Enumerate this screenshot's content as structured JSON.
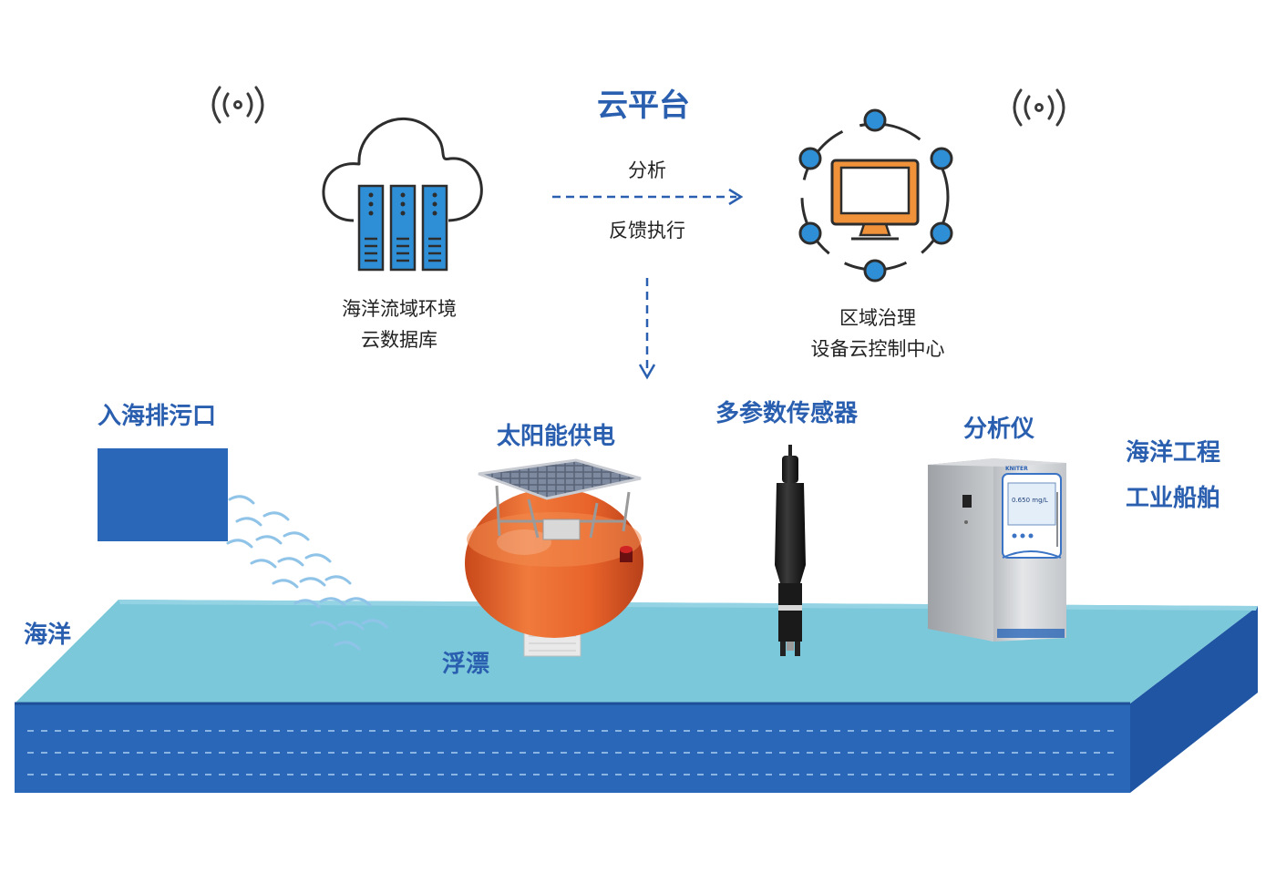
{
  "cloud_platform": {
    "title": "云平台",
    "arrow_top_label": "分析",
    "arrow_bottom_label": "反馈执行"
  },
  "database": {
    "line1": "海洋流域环境",
    "line2": "云数据库"
  },
  "control_center": {
    "line1": "区域治理",
    "line2": "设备云控制中心"
  },
  "field": {
    "outfall_label": "入海排污口",
    "solar_label": "太阳能供电",
    "sensor_label": "多参数传感器",
    "analyzer_label": "分析仪",
    "engineering_line1": "海洋工程",
    "engineering_line2": "工业船舶",
    "ocean_label": "海洋",
    "buoy_label": "浮漂"
  },
  "analyzer_screen": {
    "brand": "KNITER",
    "reading": "0.650 mg/L"
  },
  "icons": [
    "wireless-signal-icon",
    "cloud-server-icon",
    "monitor-network-icon"
  ],
  "colors": {
    "brand_blue": "#2a5fb0",
    "ocean_top": "#7cc8db",
    "ocean_front": "#2b67b8",
    "buoy_orange": "#e8632a",
    "icon_orange": "#f0923a",
    "icon_blue": "#2f8fd6"
  }
}
